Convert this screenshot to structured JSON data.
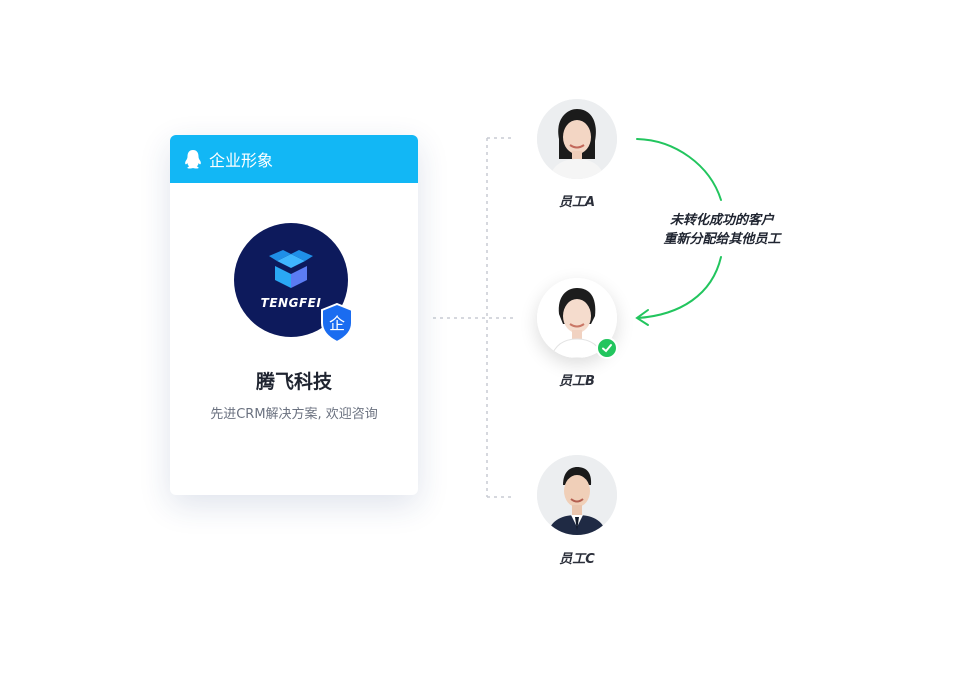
{
  "card": {
    "header_title": "企业形象",
    "logo_text": "TENGFEI",
    "badge_text": "企",
    "company_name": "腾飞科技",
    "company_desc": "先进CRM解决方案, 欢迎咨询"
  },
  "employees": [
    {
      "label": "员工A"
    },
    {
      "label": "员工B",
      "selected": true
    },
    {
      "label": "员工C"
    }
  ],
  "reassign_note": {
    "line1": "未转化成功的客户",
    "line2": "重新分配给其他员工"
  },
  "colors": {
    "header": "#12b7f5",
    "logo_bg": "#0d1a5c",
    "badge": "#1a6cf0",
    "arrow": "#22c55e",
    "check": "#22c55e"
  }
}
